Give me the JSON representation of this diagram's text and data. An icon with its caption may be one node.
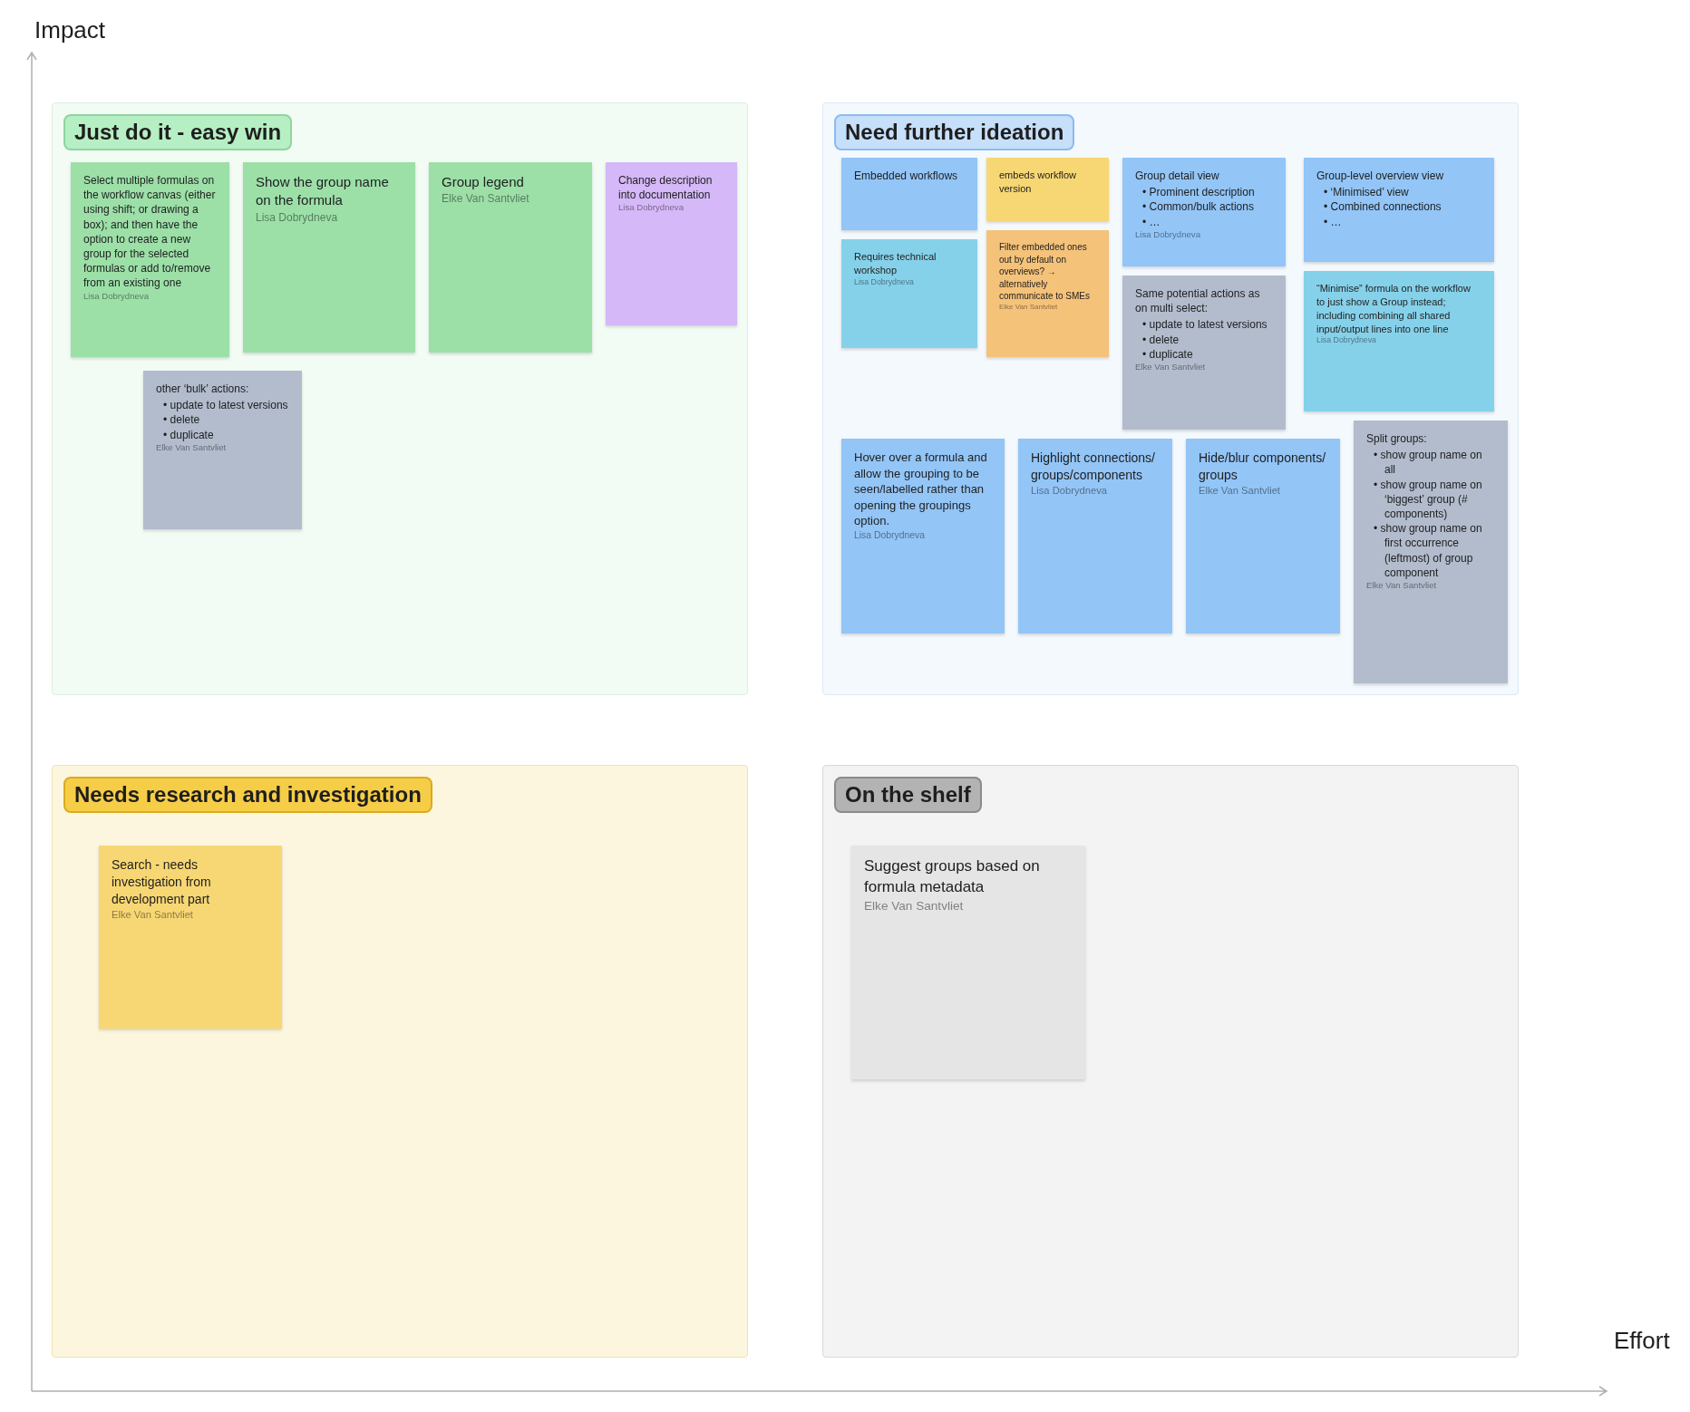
{
  "diagram": {
    "nodes": [
      {
        "text": [
          "Just do it - easy win"
        ]
      },
      {
        "text": [
          "Select multiple formulas on the workflow canvas (either using shift; or drawing a box); and then have the option to create a new group for the selected formulas or add to/remove from an existing one",
          "Lisa Dobrydneva"
        ],
        "in": 0
      },
      {
        "text": [
          "Show the group name on the formula",
          "Lisa Dobrydneva"
        ],
        "in": 0
      },
      {
        "text": [
          "Group legend",
          "Elke Van Santvliet"
        ],
        "in": 0
      },
      {
        "text": [
          "Change description into documentation",
          "Lisa Dobrydneva"
        ],
        "in": 0
      },
      {
        "text": [
          "other ‘bulk’ actions:",
          "• update to latest versions",
          "• delete",
          "• duplicate",
          "Elke Van Santvliet"
        ],
        "in": 0
      },
      {
        "text": [
          "Need further ideation"
        ]
      },
      {
        "text": [
          "Embedded workflows"
        ],
        "in": 6
      },
      {
        "text": [
          "Requires technical workshop",
          "Lisa Dobrydneva"
        ],
        "in": 6
      },
      {
        "text": [
          "embeds workflow version"
        ],
        "in": 6
      },
      {
        "text": [
          "Filter embedded ones out by default on overviews? → alternatively communicate to SMEs",
          "Elke Van Santvliet"
        ],
        "in": 6
      },
      {
        "text": [
          "Group detail view",
          "• Prominent description",
          "• Common/bulk actions",
          "• …",
          "Lisa Dobrydneva"
        ],
        "in": 6
      },
      {
        "text": [
          "Same potential actions as on multi select:",
          "• update to latest versions",
          "• delete",
          "• duplicate",
          "Elke Van Santvliet"
        ],
        "in": 6
      },
      {
        "text": [
          "Group-level overview view",
          "• ‘Minimised’ view",
          "• Combined connections",
          "• …"
        ],
        "in": 6
      },
      {
        "text": [
          "“Minimise” formula on the workflow to just show a Group instead; including combining all shared input/output lines into one line",
          "Lisa Dobrydneva"
        ],
        "in": 6
      },
      {
        "text": [
          "Split groups:",
          "• show group name on all",
          "• show group name on ‘biggest’ group (# components)",
          "• show group name on first occurrence (leftmost) of group component",
          "Elke Van Santvliet"
        ],
        "in": 6
      },
      {
        "text": [
          "Hover over a formula and allow the grouping to be seen/labelled rather than opening the groupings option.",
          "Lisa Dobrydneva"
        ],
        "in": 6
      },
      {
        "text": [
          "Highlight connections/ groups/components",
          "Lisa Dobrydneva"
        ],
        "in": 6
      },
      {
        "text": [
          "Hide/blur components/ groups",
          "Elke Van Santvliet"
        ],
        "in": 6
      },
      {
        "text": [
          "Needs research and investigation"
        ]
      },
      {
        "text": [
          "Search - needs investigation from development part",
          "Elke Van Santvliet"
        ],
        "in": 19
      },
      {
        "text": [
          "On the shelf"
        ]
      },
      {
        "text": [
          "Suggest groups based on formula metadata",
          "Elke Van Santvliet"
        ],
        "in": 21
      }
    ],
    "labels": [
      "Impact",
      "Effort"
    ]
  }
}
